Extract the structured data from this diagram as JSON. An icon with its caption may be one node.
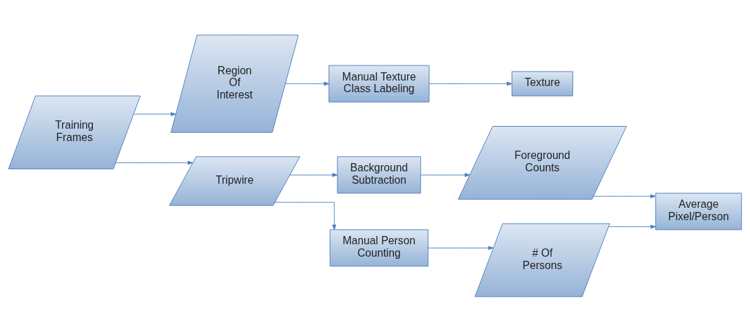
{
  "diagram": {
    "nodes": [
      {
        "text": [
          "Training Frames"
        ]
      },
      {
        "text": [
          "Region Of Interest"
        ]
      },
      {
        "text": [
          "Manual Texture Class Labeling"
        ]
      },
      {
        "text": [
          "Texture"
        ]
      },
      {
        "text": [
          "Tripwire"
        ]
      },
      {
        "text": [
          "Background Subtraction"
        ]
      },
      {
        "text": [
          "Foreground Counts"
        ]
      },
      {
        "text": [
          "Manual Person Counting"
        ]
      },
      {
        "text": [
          "# Of Persons"
        ]
      },
      {
        "text": [
          "Average Pixel/Person"
        ]
      }
    ],
    "edges": [
      {
        "from": 0,
        "to": 1,
        "arrow": "to"
      },
      {
        "from": 1,
        "to": 2,
        "arrow": "to"
      },
      {
        "from": 2,
        "to": 3,
        "arrow": "to"
      },
      {
        "from": 0,
        "to": 4,
        "arrow": "to"
      },
      {
        "from": 4,
        "to": 5,
        "arrow": "to"
      },
      {
        "from": 4,
        "to": 7,
        "arrow": "to"
      },
      {
        "from": 5,
        "to": 6,
        "arrow": "to"
      },
      {
        "from": 7,
        "to": 8,
        "arrow": "to"
      },
      {
        "from": 6,
        "to": 9,
        "arrow": "to"
      },
      {
        "from": 8,
        "to": 9,
        "arrow": "to"
      }
    ]
  }
}
